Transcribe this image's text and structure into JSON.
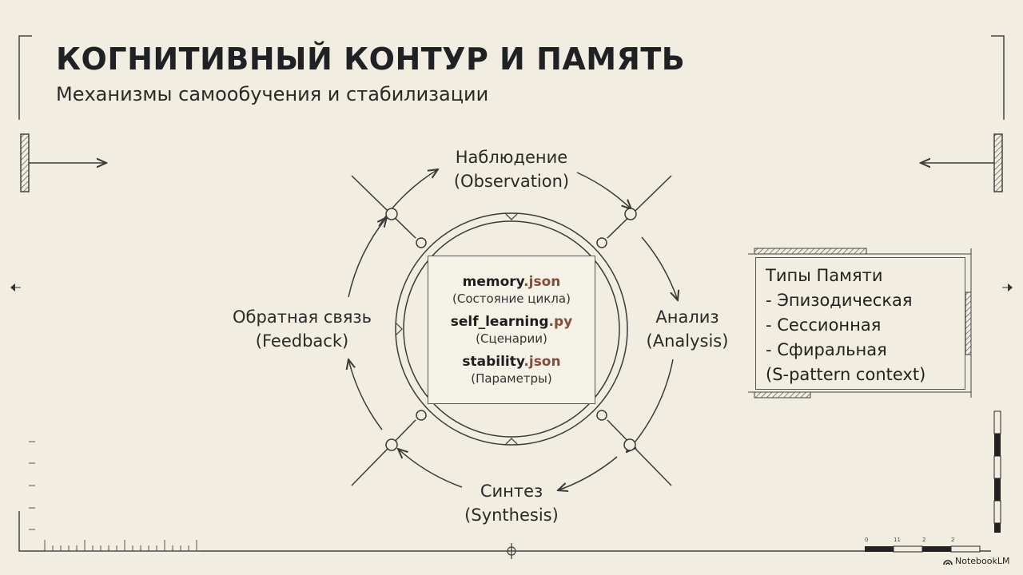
{
  "header": {
    "title": "КОГНИТИВНЫЙ КОНТУР И ПАМЯТЬ",
    "subtitle": "Механизмы самообучения и стабилизации"
  },
  "cycle": {
    "observation": {
      "line1": "Наблюдение",
      "line2": "(Observation)"
    },
    "analysis": {
      "line1": "Анализ",
      "line2": "(Analysis)"
    },
    "synthesis": {
      "line1": "Синтез",
      "line2": "(Synthesis)"
    },
    "feedback": {
      "line1": "Обратная связь",
      "line2": "(Feedback)"
    }
  },
  "files": [
    {
      "name": "memory",
      "ext": ".json",
      "desc": "(Состояние цикла)"
    },
    {
      "name": "self_learning",
      "ext": ".py",
      "desc": "(Сценарии)"
    },
    {
      "name": "stability",
      "ext": ".json",
      "desc": "(Параметры)"
    }
  ],
  "memory_types": {
    "title": "Типы Памяти",
    "items": [
      "- Эпизодическая",
      "- Сессионная",
      "- Сфиральная",
      "(S-pattern context)"
    ]
  },
  "scale_labels": [
    "0",
    "11",
    "2",
    "2"
  ],
  "brand": {
    "name": "NotebookLM"
  },
  "colors": {
    "background": "#f1ede0",
    "ink": "#3a3a3a",
    "accent": "#8b4a33"
  }
}
